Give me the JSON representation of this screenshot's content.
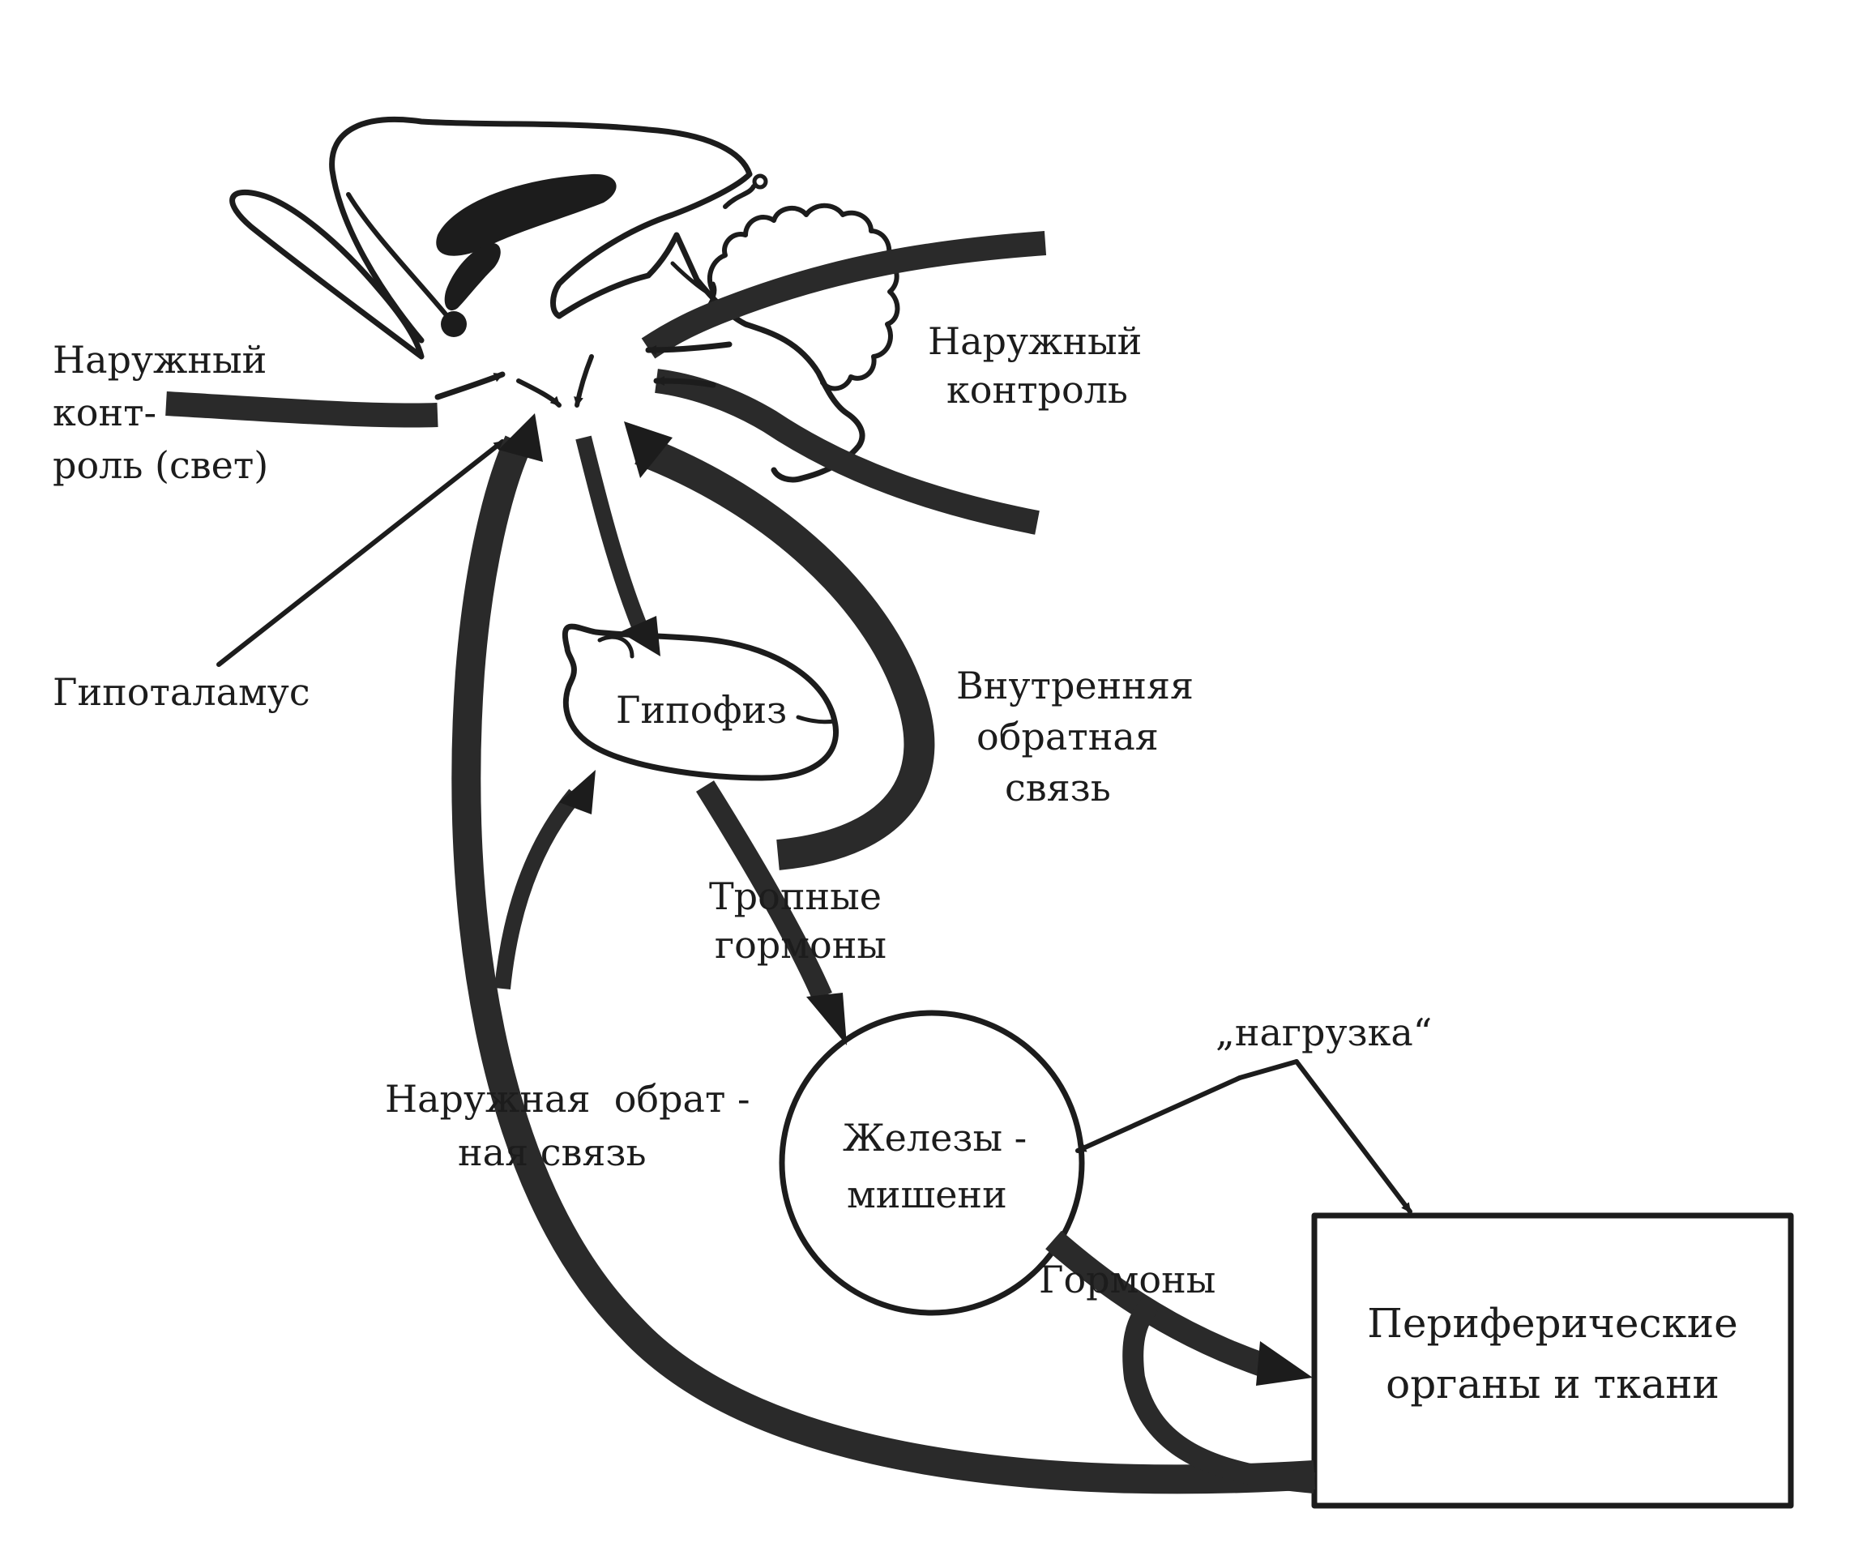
{
  "labels": {
    "external_control_light": [
      "Наружный",
      "конт-",
      "роль (свет)"
    ],
    "external_control": [
      "Наружный",
      "контроль"
    ],
    "hypothalamus": "Гипоталамус",
    "pituitary": "Гипофиз",
    "internal_feedback": [
      "Внутренняя",
      "обратная",
      "связь"
    ],
    "tropic_hormones": [
      "Тропные",
      "гормоны"
    ],
    "load": "„нагрузка“",
    "external_feedback": [
      "Наружная  обрат -",
      "ная связь"
    ],
    "target_glands": [
      "Железы -",
      "мишени"
    ],
    "hormones": "Гормоны",
    "peripheral": [
      "Периферические",
      "органы и ткани"
    ]
  }
}
